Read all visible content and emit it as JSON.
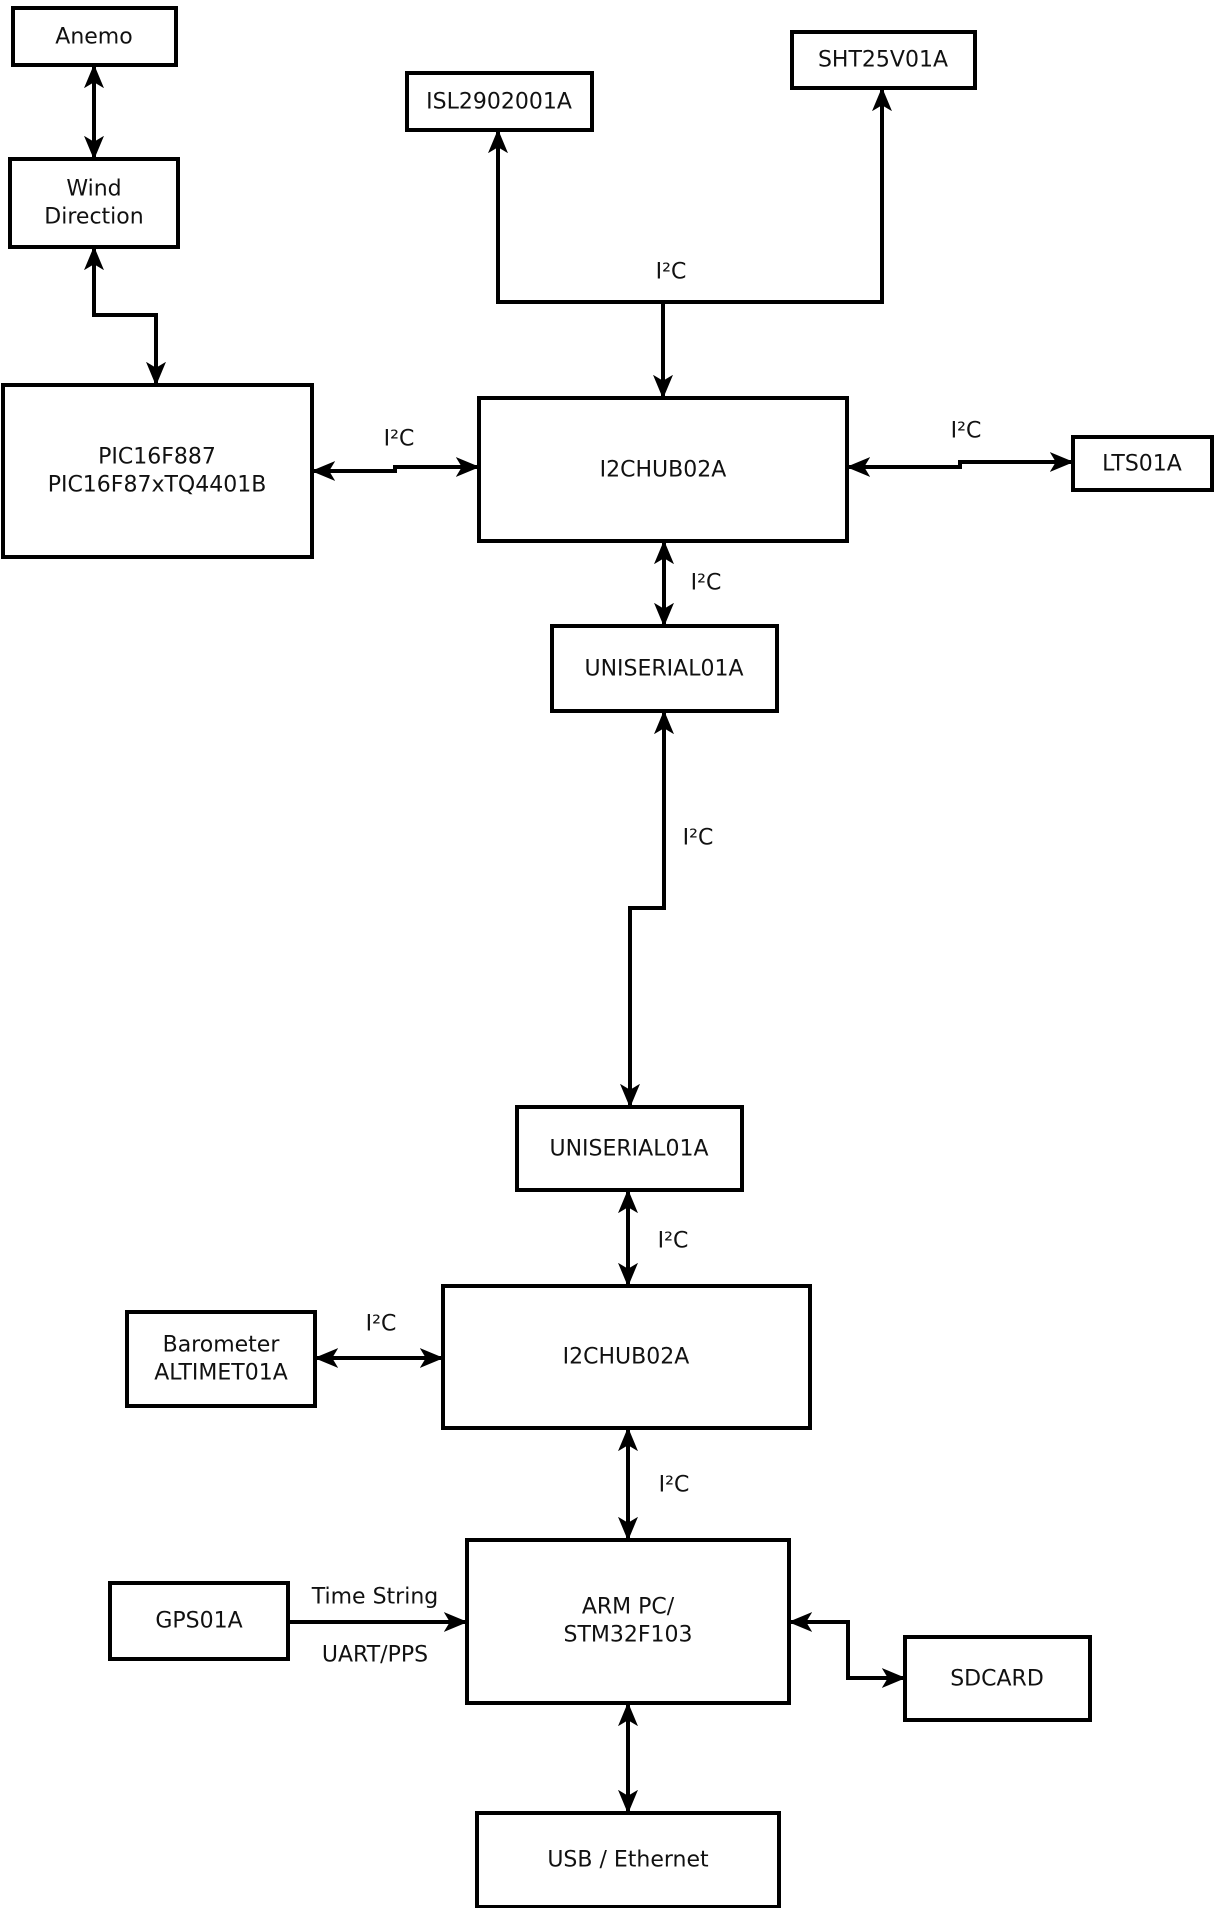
{
  "diagram": {
    "colors": {
      "background": "#ffffff",
      "line": "#000000",
      "text": "#111111"
    },
    "nodes": [
      {
        "id": "anemo",
        "lines": [
          "Anemo"
        ]
      },
      {
        "id": "wind-direction",
        "lines": [
          "Wind",
          "Direction"
        ]
      },
      {
        "id": "pic",
        "lines": [
          "PIC16F887",
          "PIC16F87xTQ4401B"
        ]
      },
      {
        "id": "isl",
        "lines": [
          "ISL2902001A"
        ]
      },
      {
        "id": "sht",
        "lines": [
          "SHT25V01A"
        ]
      },
      {
        "id": "i2chub-1",
        "lines": [
          "I2CHUB02A"
        ]
      },
      {
        "id": "lts",
        "lines": [
          "LTS01A"
        ]
      },
      {
        "id": "uniserial-1",
        "lines": [
          "UNISERIAL01A"
        ]
      },
      {
        "id": "uniserial-2",
        "lines": [
          "UNISERIAL01A"
        ]
      },
      {
        "id": "i2chub-2",
        "lines": [
          "I2CHUB02A"
        ]
      },
      {
        "id": "barometer",
        "lines": [
          "Barometer",
          "ALTIMET01A"
        ]
      },
      {
        "id": "gps",
        "lines": [
          "GPS01A"
        ]
      },
      {
        "id": "arm-pc",
        "lines": [
          "ARM PC/",
          "STM32F103"
        ]
      },
      {
        "id": "sdcard",
        "lines": [
          "SDCARD"
        ]
      },
      {
        "id": "usb-ethernet",
        "lines": [
          "USB / Ethernet"
        ]
      }
    ],
    "edge_labels": [
      {
        "id": "pic-hub1",
        "label": "I²C"
      },
      {
        "id": "bus-top",
        "label": "I²C"
      },
      {
        "id": "hub1-lts",
        "label": "I²C"
      },
      {
        "id": "hub1-uniserial1",
        "label": "I²C"
      },
      {
        "id": "uniserial1-uniserial2",
        "label": "I²C"
      },
      {
        "id": "uniserial2-hub2",
        "label": "I²C"
      },
      {
        "id": "barometer-hub2",
        "label": "I²C"
      },
      {
        "id": "hub2-armpc",
        "label": "I²C"
      },
      {
        "id": "gps-armpc-top",
        "label": "Time String"
      },
      {
        "id": "gps-armpc-bottom",
        "label": "UART/PPS"
      }
    ]
  }
}
